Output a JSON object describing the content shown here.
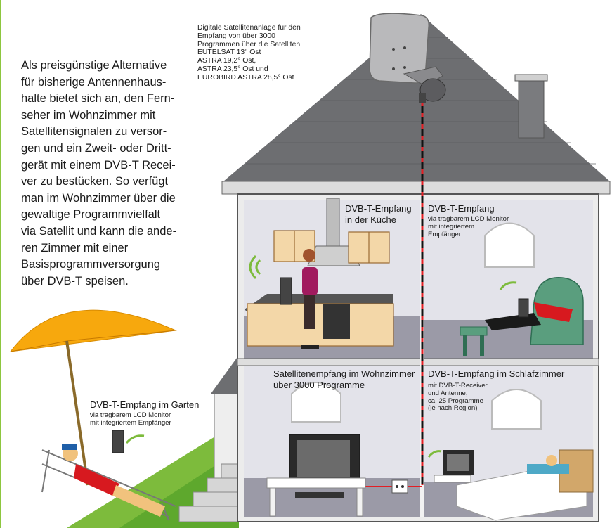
{
  "intro_lines": [
    "Als preisgünstige Alternative",
    "für bisherige Antennenhaus-",
    "halte bietet sich an, den Fern-",
    "seher im Wohnzimmer mit",
    "Satellitensignalen zu versor-",
    "gen und ein Zweit- oder Dritt-",
    "gerät mit einem DVB-T Recei-",
    "ver zu bestücken. So verfügt",
    "man im Wohnzimmer über die",
    "gewaltige Programmvielfalt",
    "via Satellit und kann die ande-",
    "ren Zimmer mit einer",
    "Basisprogrammversorgung",
    "über DVB-T speisen."
  ],
  "satellite_note_lines": [
    "Digitale Satellitenanlage für den",
    "Empfang von über 3000",
    "Programmen über die Satelliten",
    "EUTELSAT 13° Ost",
    "ASTRA 19,2° Ost,",
    "ASTRA 23,5° Ost und",
    "EUROBIRD ASTRA 28,5° Ost"
  ],
  "rooms": {
    "kitchen": {
      "title_lines": [
        "DVB-T-Empfang",
        "in der Küche"
      ]
    },
    "upper_right": {
      "title": "DVB-T-Empfang",
      "sub_lines": [
        "via tragbarem LCD Monitor",
        "mit integriertem",
        "Empfänger"
      ]
    },
    "living": {
      "title_lines": [
        "Satellitenempfang im Wohnzimmer",
        "über 3000 Programme"
      ]
    },
    "bedroom": {
      "title": "DVB-T-Empfang im Schlafzimmer",
      "sub_lines": [
        "mit DVB-T-Receiver",
        "und Antenne,",
        "ca. 25 Programme",
        "(je nach Region)"
      ]
    },
    "garden": {
      "title": "DVB-T-Empfang im Garten",
      "sub_lines": [
        "via tragbarem LCD Monitor",
        "mit integriertem Empfänger"
      ]
    }
  }
}
